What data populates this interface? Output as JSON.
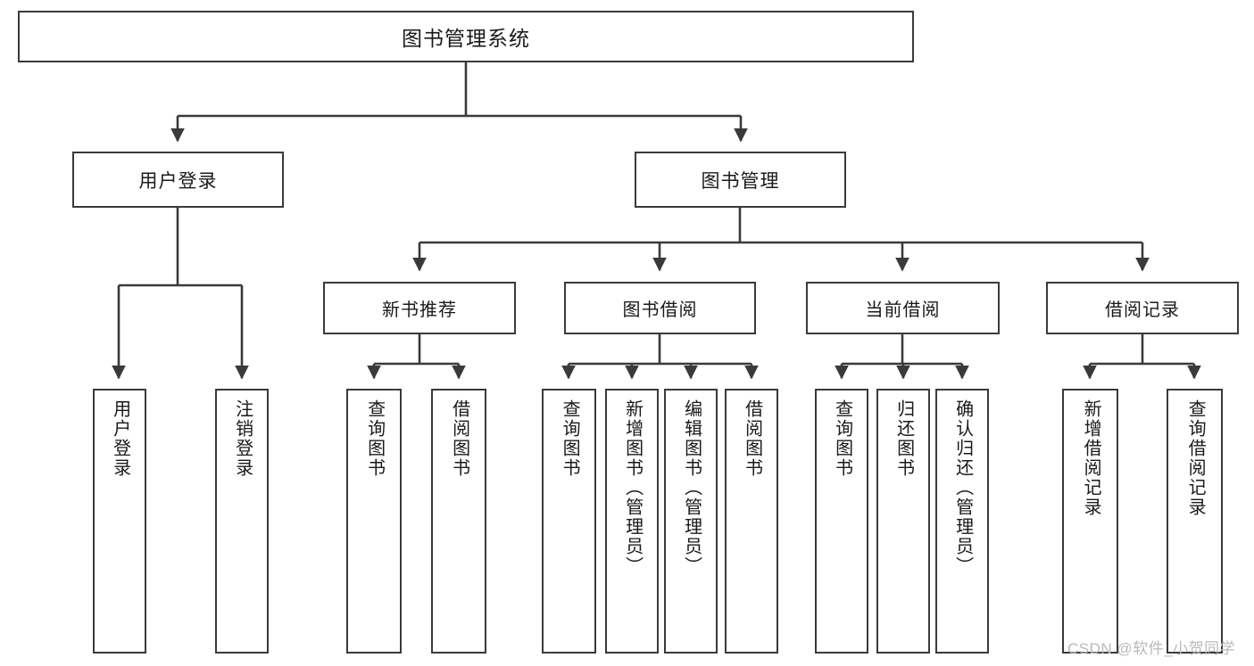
{
  "diagram": {
    "title": "图书管理系统",
    "type": "tree",
    "watermark": "CSDN @软件_小贺同学",
    "line_color": "#3a3a3a",
    "box_fill": "#ffffff",
    "text_color": "#1a1a1a",
    "watermark_color": "#b9b9b9"
  },
  "nodes": {
    "root": {
      "label": "图书管理系统"
    },
    "level2": [
      {
        "id": "user-login",
        "label": "用户登录"
      },
      {
        "id": "book-manage",
        "label": "图书管理"
      }
    ],
    "level3": [
      {
        "id": "new-book-recommend",
        "label": "新书推荐"
      },
      {
        "id": "book-borrow",
        "label": "图书借阅"
      },
      {
        "id": "current-borrow",
        "label": "当前借阅"
      },
      {
        "id": "borrow-record",
        "label": "借阅记录"
      }
    ],
    "leaves": {
      "user_login": [
        {
          "id": "leaf-user-login",
          "label": "用户登录"
        },
        {
          "id": "leaf-logout-login",
          "label": "注销登录"
        }
      ],
      "new_book_recommend": [
        {
          "id": "leaf-query-book-1",
          "label": "查询图书"
        },
        {
          "id": "leaf-borrow-book-1",
          "label": "借阅图书"
        }
      ],
      "book_borrow": [
        {
          "id": "leaf-query-book-2",
          "label": "查询图书"
        },
        {
          "id": "leaf-add-book",
          "label": "新增图书（管理员）"
        },
        {
          "id": "leaf-edit-book",
          "label": "编辑图书（管理员）"
        },
        {
          "id": "leaf-borrow-book-2",
          "label": "借阅图书"
        }
      ],
      "current_borrow": [
        {
          "id": "leaf-query-book-3",
          "label": "查询图书"
        },
        {
          "id": "leaf-return-book",
          "label": "归还图书"
        },
        {
          "id": "leaf-confirm-return",
          "label": "确认归还（管理员）"
        }
      ],
      "borrow_record": [
        {
          "id": "leaf-add-borrow-record",
          "label": "新增借阅记录"
        },
        {
          "id": "leaf-query-borrow-record",
          "label": "查询借阅记录"
        }
      ]
    }
  }
}
